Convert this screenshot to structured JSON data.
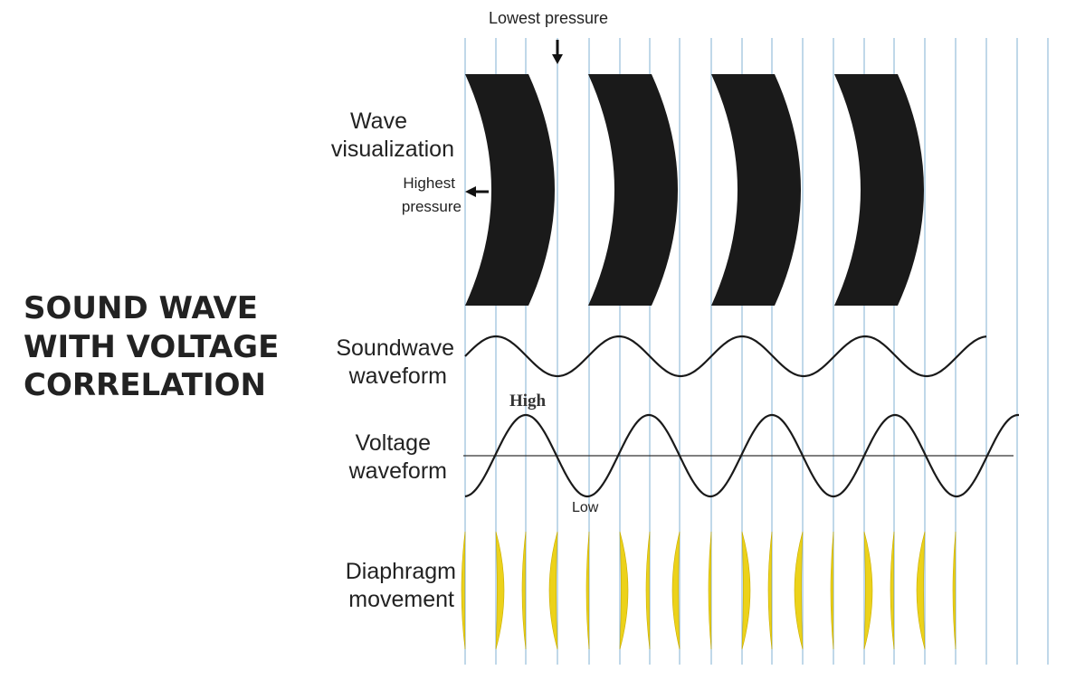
{
  "title": {
    "line1": "SOUND WAVE",
    "line2": "WITH VOLTAGE",
    "line3": "CORRELATION"
  },
  "wave_visualization": {
    "label_line1": "Wave",
    "label_line2": "visualization",
    "lowest_pressure": "Lowest pressure",
    "highest_pressure_line1": "Highest",
    "highest_pressure_line2": "pressure"
  },
  "soundwave_waveform": {
    "label_line1": "Soundwave",
    "label_line2": "waveform"
  },
  "voltage_waveform": {
    "label_line1": "Voltage",
    "label_line2": "waveform",
    "high": "High",
    "low": "Low"
  },
  "diaphragm_movement": {
    "label_line1": "Diaphragm",
    "label_line2": "movement"
  },
  "colors": {
    "grid_line": "#9fc3dd",
    "wave_fill": "#1a1a1a",
    "waveform_stroke": "#1a1a1a",
    "diaphragm": "#ecd21a",
    "text": "#222222"
  }
}
